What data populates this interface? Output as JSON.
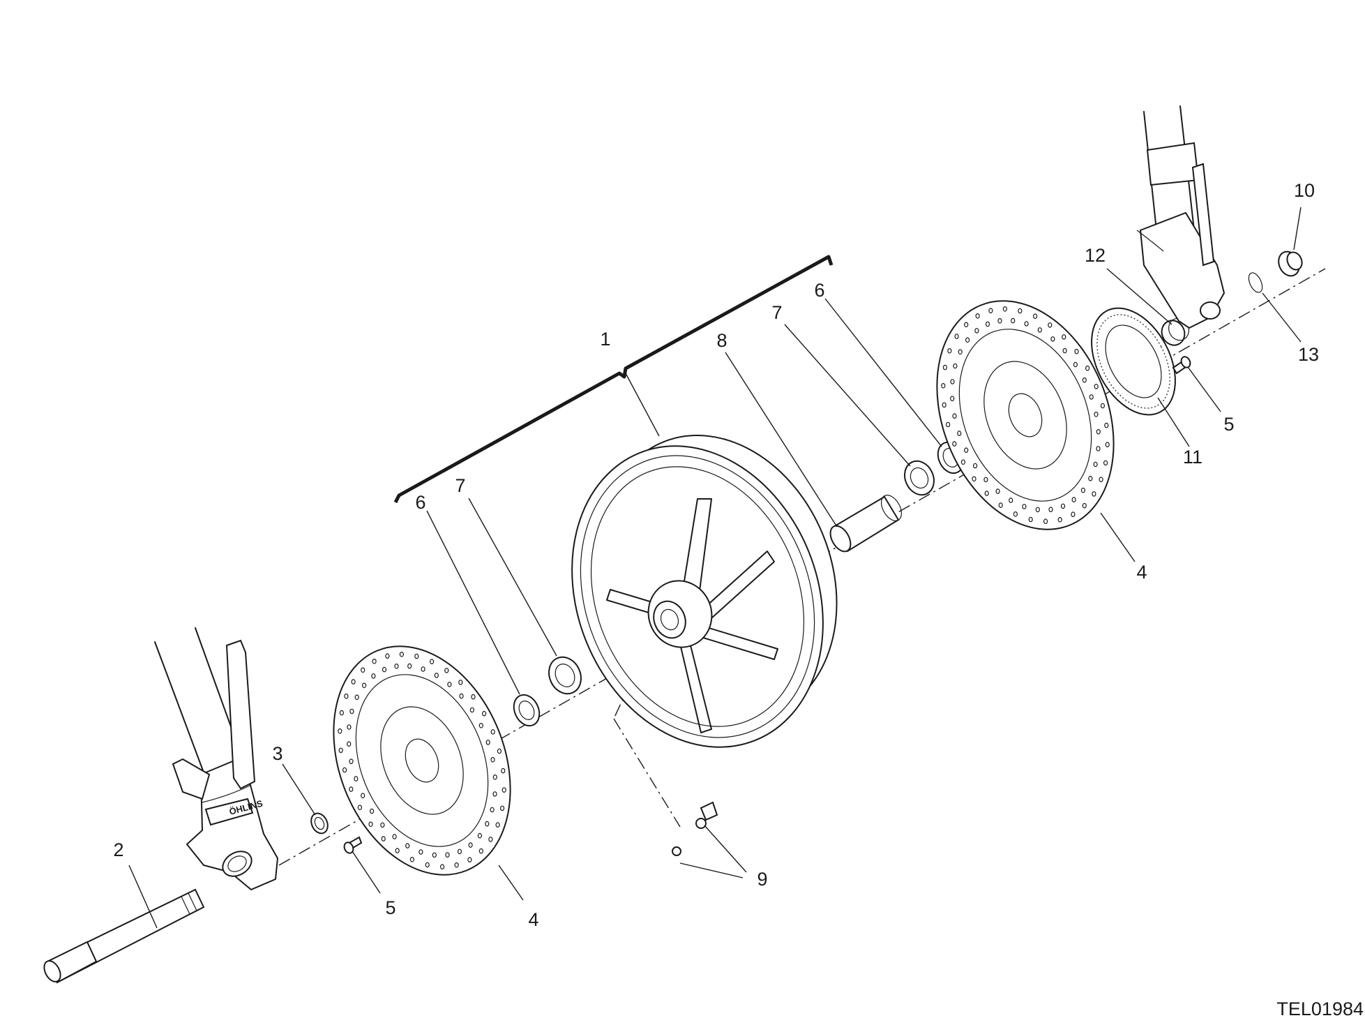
{
  "callouts": [
    {
      "id": "c1",
      "text": "1"
    },
    {
      "id": "c2",
      "text": "2"
    },
    {
      "id": "c3",
      "text": "3"
    },
    {
      "id": "c5a",
      "text": "5"
    },
    {
      "id": "c4a",
      "text": "4"
    },
    {
      "id": "c6a",
      "text": "6"
    },
    {
      "id": "c7a",
      "text": "7"
    },
    {
      "id": "c9",
      "text": "9"
    },
    {
      "id": "c8",
      "text": "8"
    },
    {
      "id": "c7b",
      "text": "7"
    },
    {
      "id": "c6b",
      "text": "6"
    },
    {
      "id": "c4b",
      "text": "4"
    },
    {
      "id": "c11",
      "text": "11"
    },
    {
      "id": "c5b",
      "text": "5"
    },
    {
      "id": "c12",
      "text": "12"
    },
    {
      "id": "c10",
      "text": "10"
    },
    {
      "id": "c13",
      "text": "13"
    }
  ],
  "drawing_code": "TEL01984",
  "fork_logo_text": "ÖHLINS"
}
